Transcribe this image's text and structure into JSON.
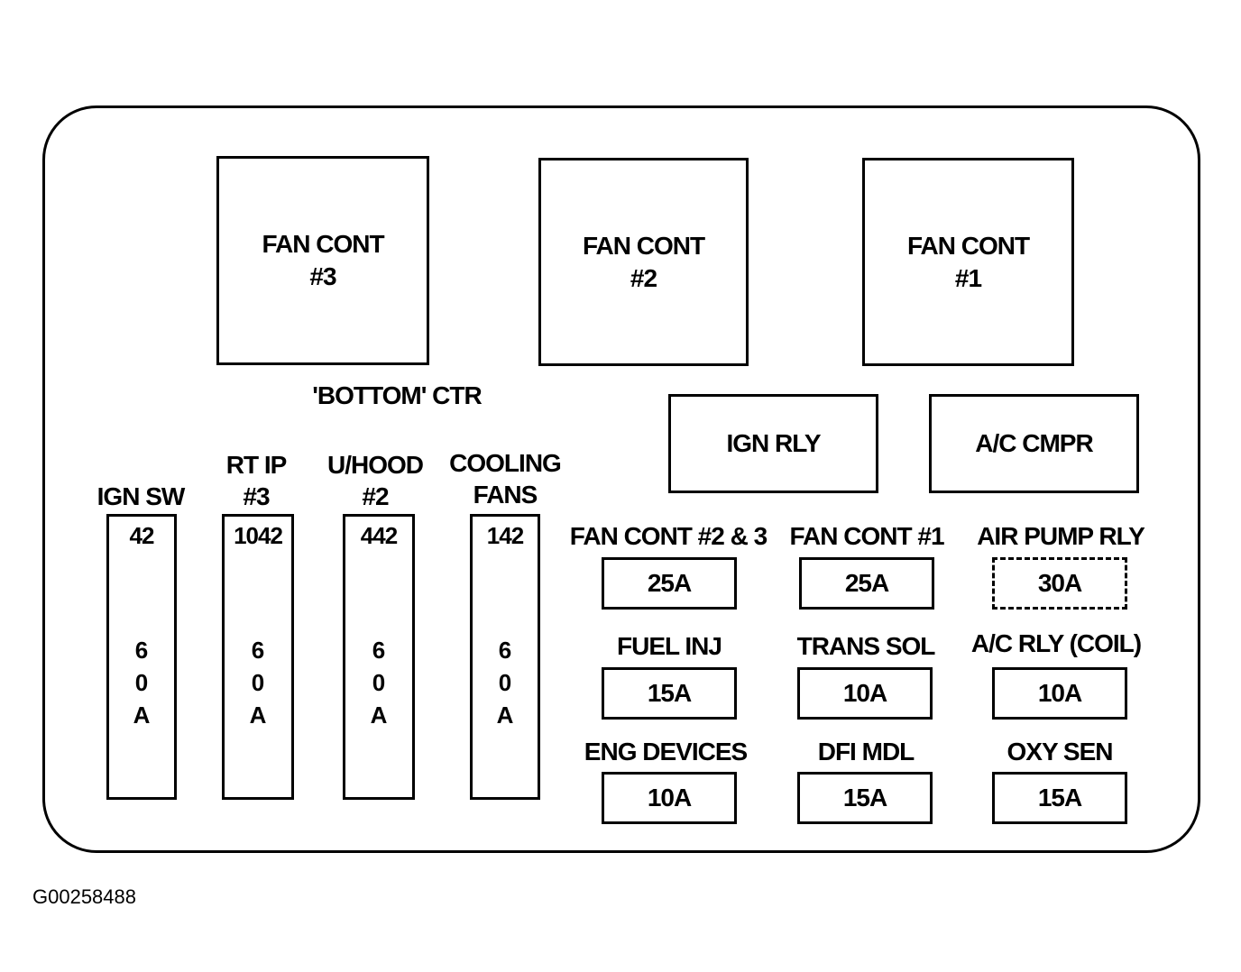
{
  "relays": {
    "fan_cont_3": {
      "line1": "FAN CONT",
      "line2": "#3"
    },
    "fan_cont_2": {
      "line1": "FAN CONT",
      "line2": "#2"
    },
    "fan_cont_1": {
      "line1": "FAN CONT",
      "line2": "#1"
    },
    "ign_rly": "IGN RLY",
    "ac_cmpr": "A/C CMPR"
  },
  "bottom_ctr_label": "'BOTTOM'  CTR",
  "maxi_fuses": [
    {
      "label1": "",
      "label2": "IGN SW",
      "number": "42",
      "amp": [
        "6",
        "0",
        "A"
      ]
    },
    {
      "label1": "RT IP",
      "label2": "#3",
      "number": "1042",
      "amp": [
        "6",
        "0",
        "A"
      ]
    },
    {
      "label1": "U/HOOD",
      "label2": "#2",
      "number": "442",
      "amp": [
        "6",
        "0",
        "A"
      ]
    },
    {
      "label1": "COOLING",
      "label2": "FANS",
      "number": "142",
      "amp": [
        "6",
        "0",
        "A"
      ]
    }
  ],
  "mini_fuses": [
    {
      "label": "FAN CONT #2 & 3",
      "value": "25A"
    },
    {
      "label": "FAN CONT #1",
      "value": "25A"
    },
    {
      "label": "AIR PUMP RLY",
      "value": "30A"
    },
    {
      "label": "FUEL INJ",
      "value": "15A"
    },
    {
      "label": "TRANS SOL",
      "value": "10A"
    },
    {
      "label": "A/C RLY (COIL)",
      "value": "10A"
    },
    {
      "label": "ENG DEVICES",
      "value": "10A"
    },
    {
      "label": "DFI MDL",
      "value": "15A"
    },
    {
      "label": "OXY SEN",
      "value": "15A"
    }
  ],
  "figure_code": "G00258488"
}
